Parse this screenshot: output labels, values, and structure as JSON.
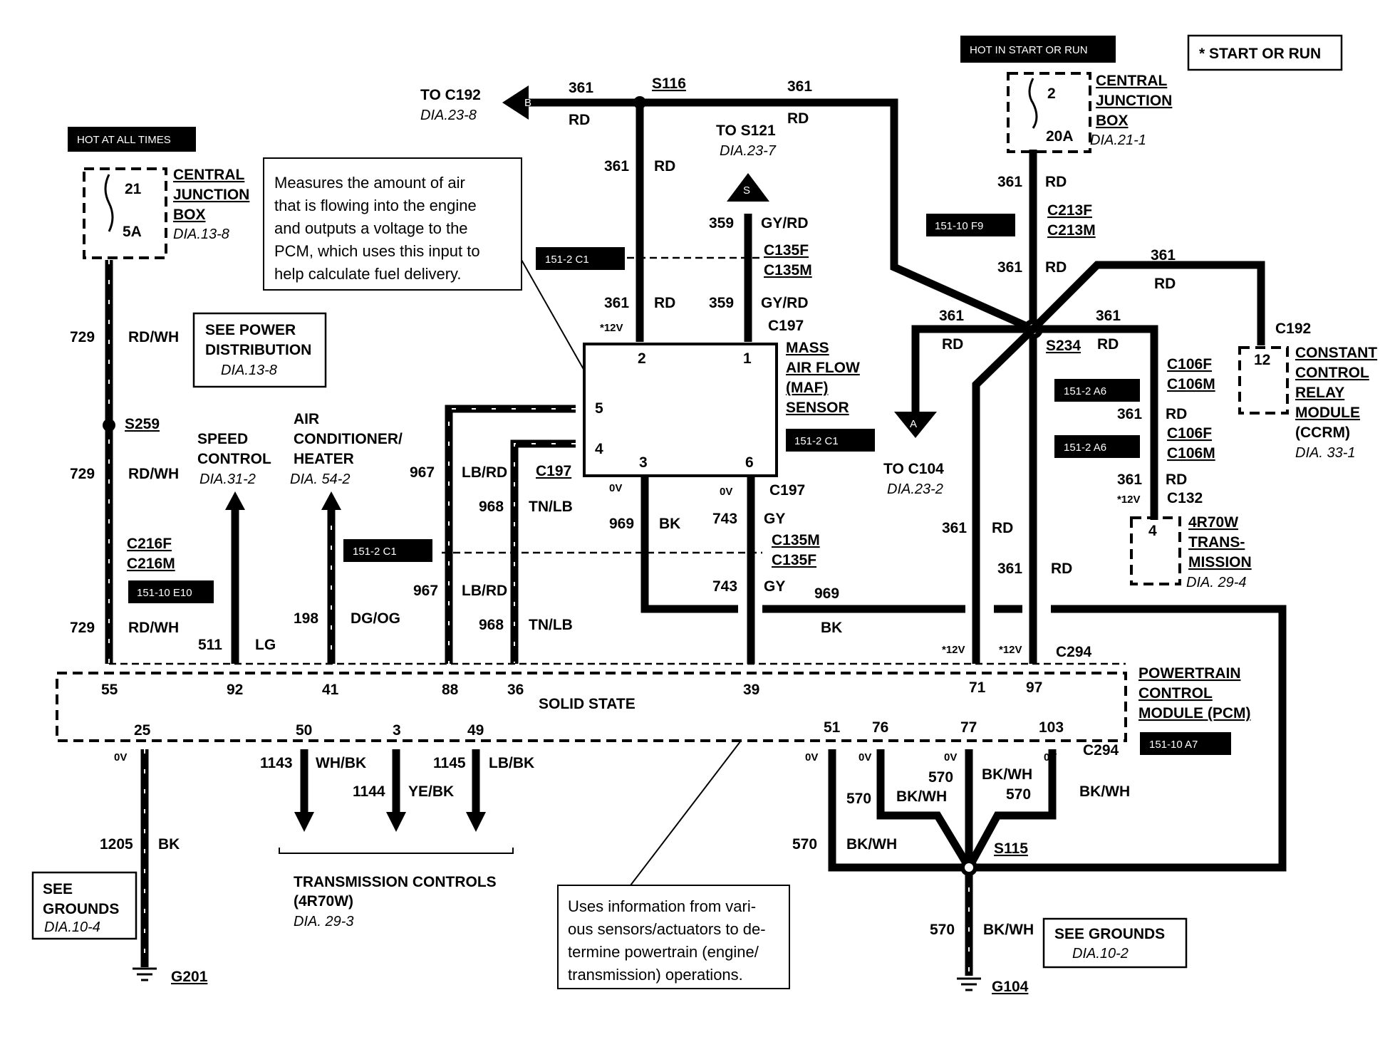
{
  "tags": {
    "hot_at_all_times": "HOT AT ALL TIMES",
    "hot_in_start_or_run": "HOT IN START OR RUN",
    "start_or_run": "* START OR RUN"
  },
  "refs": {
    "r1": "151-2 C1",
    "r2": "151-10 F9",
    "r3": "151-2 C1",
    "r4": "151-2 A6",
    "r5": "151-2 A6",
    "r6": "151-2 C1",
    "r7": "151-10 E10",
    "r8": "151-10 A7"
  },
  "cjb_left": {
    "title1": "CENTRAL",
    "title2": "JUNCTION",
    "title3": "BOX",
    "dia": "DIA.13-8",
    "fuse": "21",
    "amps": "5A"
  },
  "cjb_right": {
    "title1": "CENTRAL",
    "title2": "JUNCTION",
    "title3": "BOX",
    "dia": "DIA.21-1",
    "fuse": "2",
    "amps": "20A"
  },
  "to_c192": {
    "label": "TO C192",
    "dia": "DIA.23-8",
    "letter": "B"
  },
  "to_s121": {
    "label": "TO S121",
    "dia": "DIA.23-7",
    "letter": "S"
  },
  "to_c104": {
    "label": "TO C104",
    "dia": "DIA.23-2",
    "letter": "A"
  },
  "see_power": {
    "l1": "SEE POWER",
    "l2": "DISTRIBUTION",
    "dia": "DIA.13-8"
  },
  "speed_control": {
    "l1": "SPEED",
    "l2": "CONTROL",
    "dia": "DIA.31-2"
  },
  "air_cond": {
    "l1": "AIR",
    "l2": "CONDITIONER/",
    "l3": "HEATER",
    "dia": "DIA. 54-2"
  },
  "maf": {
    "l1": "MASS",
    "l2": "AIR FLOW",
    "l3": "(MAF)",
    "l4": "SENSOR",
    "p1": "1",
    "p2": "2",
    "p3": "3",
    "p4": "4",
    "p5": "5",
    "p6": "6"
  },
  "ccrm": {
    "l1": "CONSTANT",
    "l2": "CONTROL",
    "l3": "RELAY",
    "l4": "MODULE",
    "l5": "(CCRM)",
    "dia": "DIA. 33-1",
    "pin": "12",
    "conn": "C192"
  },
  "trans": {
    "l1": "4R70W",
    "l2": "TRANS-",
    "l3": "MISSION",
    "dia": "DIA. 29-4",
    "pin": "4",
    "conn": "C132",
    "volt": "*12V"
  },
  "pcm": {
    "l1": "POWERTRAIN",
    "l2": "CONTROL",
    "l3": "MODULE (PCM)",
    "state": "SOLID STATE",
    "conn": "C294",
    "pins_top": [
      "55",
      "92",
      "41",
      "88",
      "36",
      "39",
      "71",
      "97"
    ],
    "pins_bottom": [
      "25",
      "50",
      "3",
      "49",
      "51",
      "76",
      "77",
      "103"
    ]
  },
  "trans_controls": {
    "l1": "TRANSMISSION CONTROLS",
    "l2": "(4R70W)",
    "dia": "DIA. 29-3"
  },
  "grounds_left": {
    "l1": "SEE",
    "l2": "GROUNDS",
    "dia": "DIA.10-4",
    "g": "G201"
  },
  "grounds_right": {
    "l1": "SEE GROUNDS",
    "dia": "DIA.10-2",
    "g": "G104"
  },
  "notes": {
    "maf": [
      "Measures the amount of air",
      "that is flowing into the engine",
      "and outputs a voltage to the",
      "PCM, which uses this input to",
      "help calculate fuel delivery."
    ],
    "pcm": [
      "Uses information from vari-",
      "ous sensors/actuators to de-",
      "termine powertrain (engine/",
      "transmission) operations."
    ]
  },
  "labels": {
    "s116": "S116",
    "s234": "S234",
    "s259": "S259",
    "s115": "S115",
    "c213f": "C213F",
    "c213m": "C213M",
    "c135f": "C135F",
    "c135m": "C135M",
    "c197a": "C197",
    "c197b": "C197",
    "c197c": "C197",
    "c135m2": "C135M",
    "c135f2": "C135F",
    "c216f": "C216F",
    "c216m": "C216M",
    "c106f": "C106F",
    "c106m": "C106M",
    "c106f2": "C106F",
    "c106m2": "C106M",
    "c294b": "C294",
    "w361": "361",
    "rd": "RD",
    "w359": "359",
    "gyrd": "GY/RD",
    "w729": "729",
    "rdwh": "RD/WH",
    "w967": "967",
    "lbrd": "LB/RD",
    "w968": "968",
    "tnlb": "TN/LB",
    "w969": "969",
    "bk": "BK",
    "w743": "743",
    "gy": "GY",
    "w511": "511",
    "lg": "LG",
    "w198": "198",
    "dgog": "DG/OG",
    "w1205": "1205",
    "w1143": "1143",
    "whbk": "WH/BK",
    "w1144": "1144",
    "yebk": "YE/BK",
    "w1145": "1145",
    "lbbk": "LB/BK",
    "w570": "570",
    "bkwh": "BK/WH",
    "v12": "*12V",
    "v0": "0V"
  }
}
